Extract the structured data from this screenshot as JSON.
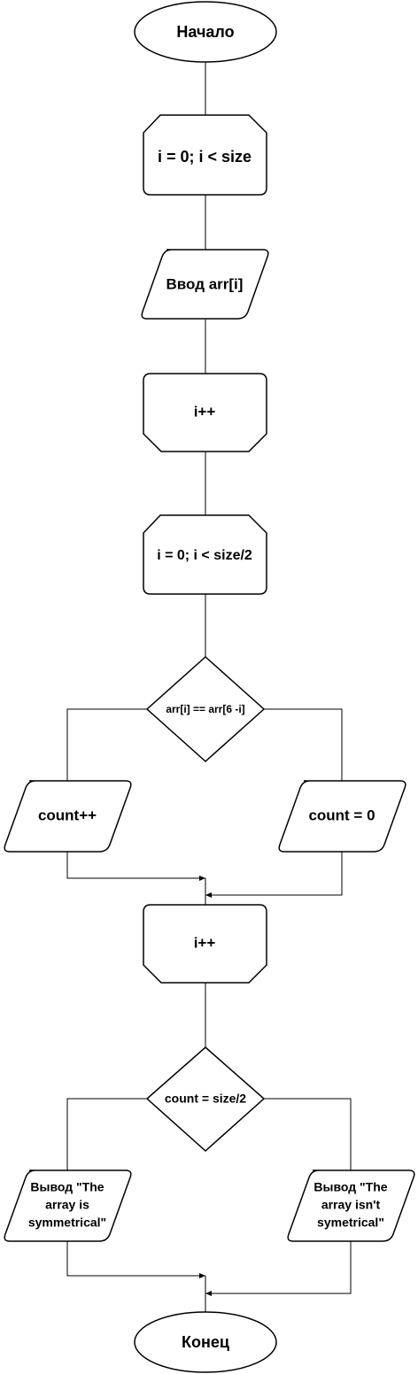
{
  "diagram": {
    "start": "Начало",
    "loop1_start": "i = 0; i < size",
    "input": "Ввод  arr[i]",
    "loop1_end": "i++",
    "loop2_start": "i = 0; i < size/2",
    "condition1": "arr[i] == arr[6 -i]",
    "count_inc": "count++",
    "count_reset": "count = 0",
    "loop2_end": "i++",
    "condition2": "count = size/2",
    "output_yes": [
      "Вывод \"The",
      "array is",
      "symmetrical\""
    ],
    "output_no": [
      "Вывод \"The",
      "array isn't",
      "symetrical\""
    ],
    "end": "Конец"
  }
}
